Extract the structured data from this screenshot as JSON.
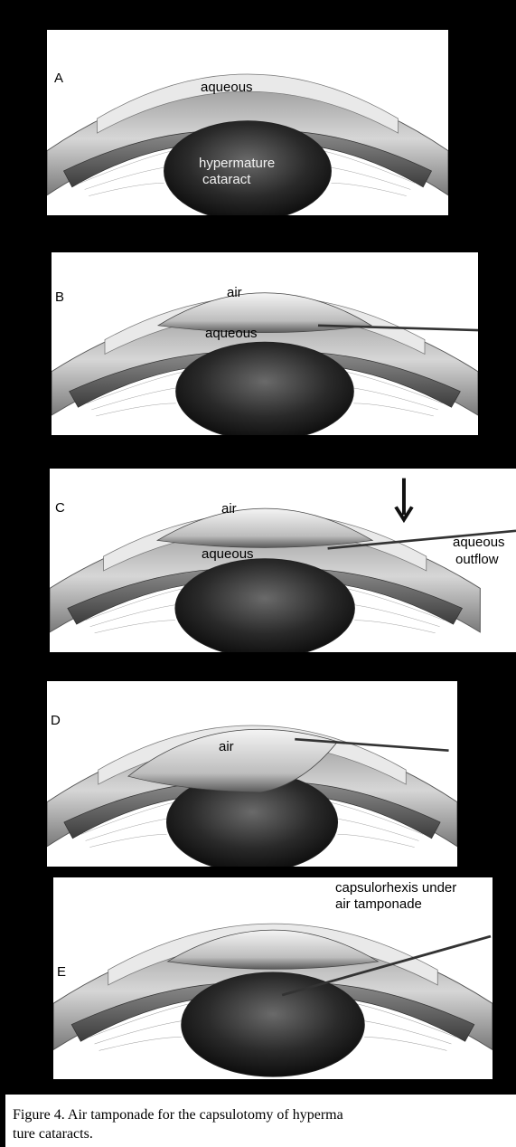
{
  "panels": [
    {
      "letter": "A",
      "labels": [
        "aqueous",
        "hypermature cataract"
      ]
    },
    {
      "letter": "B",
      "labels": [
        "air",
        "aqueous"
      ]
    },
    {
      "letter": "C",
      "labels": [
        "air",
        "aqueous",
        "aqueous outflow"
      ]
    },
    {
      "letter": "D",
      "labels": [
        "air"
      ]
    },
    {
      "letter": "E",
      "labels": [
        "capsulorhexis under air tamponade"
      ]
    }
  ],
  "label_lines": {
    "hypermature_1": "hypermature",
    "hypermature_2": "cataract",
    "outflow_1": "aqueous",
    "outflow_2": "outflow",
    "capsulorhexis_1": "capsulorhexis under",
    "capsulorhexis_2": "air tamponade"
  },
  "caption": {
    "line1": "Figure 4. Air tamponade for the capsulotomy of hyperma",
    "line2": "ture cataracts."
  }
}
